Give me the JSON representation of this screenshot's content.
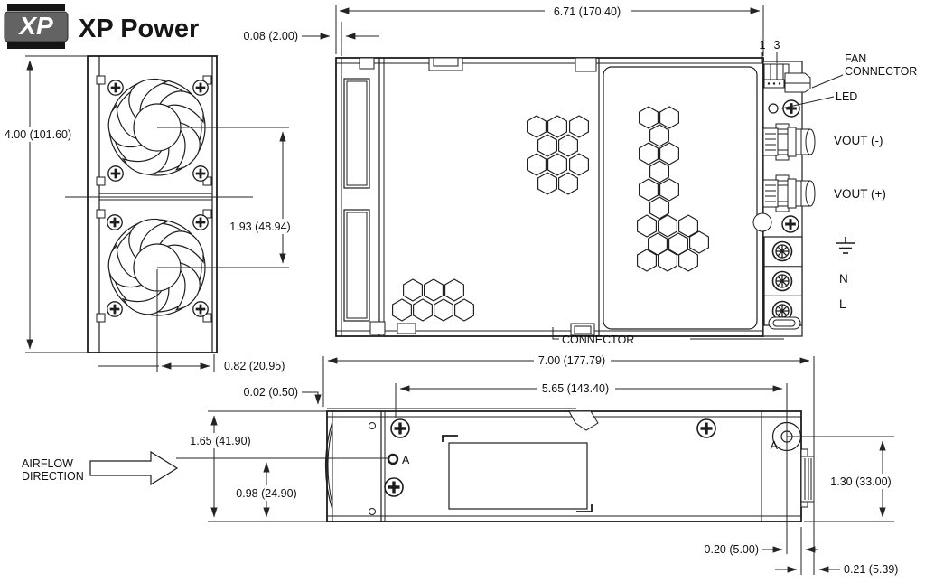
{
  "brand": {
    "logo": "XP",
    "name": "XP Power"
  },
  "dimensions": {
    "body_length": "6.71 (170.40)",
    "front_lip": "0.08 (2.00)",
    "front_height": "4.00 (101.60)",
    "fan_pitch": "1.93 (48.94)",
    "fan_center_offset": "0.82 (20.95)",
    "top_flange": "0.02 (0.50)",
    "total_length": "7.00 (177.79)",
    "mounting_pitch": "5.65 (143.40)",
    "height": "1.65 (41.90)",
    "center_height": "0.98 (24.90)",
    "rear_height": "1.30 (33.00)",
    "rear_hole_offset": "0.20 (5.00)",
    "connector_protrusion": "0.21 (5.39)"
  },
  "labels": {
    "fan_connector_line1": "FAN",
    "fan_connector_line2": "CONNECTOR",
    "led": "LED",
    "vout_neg": "VOUT (-)",
    "vout_pos": "VOUT (+)",
    "neutral": "N",
    "line": "L",
    "connector": "CONNECTOR",
    "airflow_line1": "AIRFLOW",
    "airflow_line2": "DIRECTION",
    "pin_1": "1",
    "pin_3": "3",
    "datum_a": "A"
  }
}
